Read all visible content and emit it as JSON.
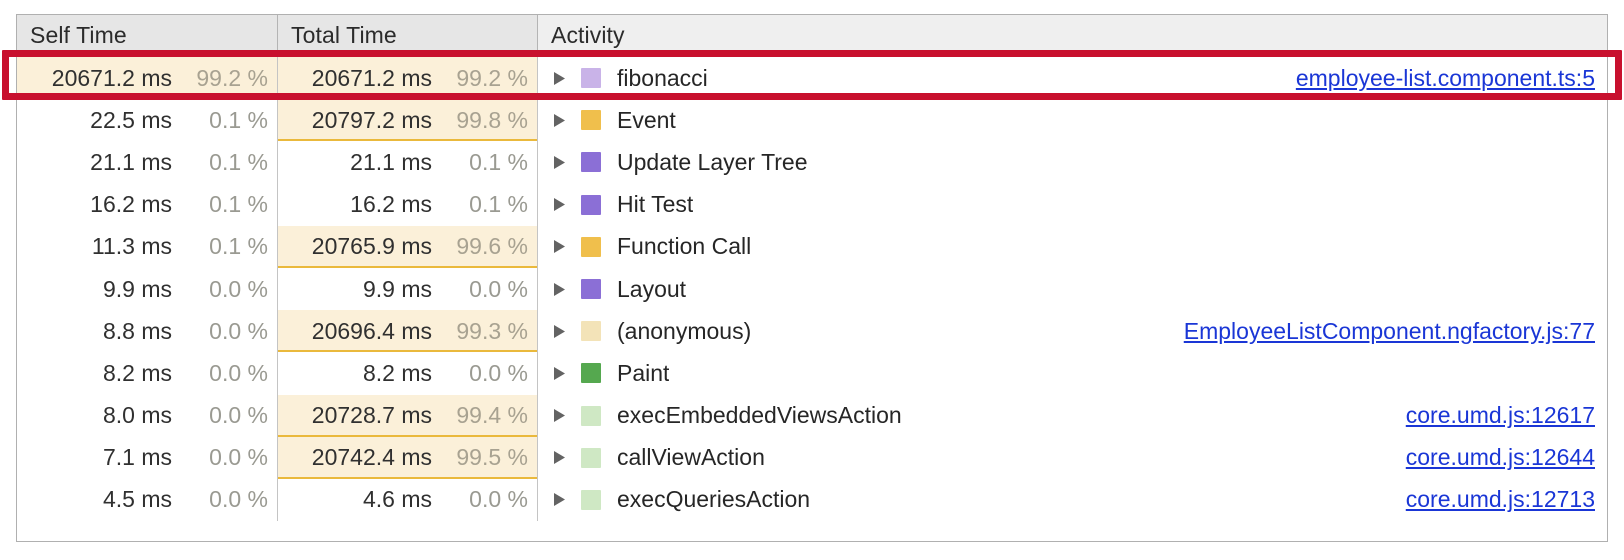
{
  "panel": {
    "name": "bottom-up-call-tree",
    "columns": [
      {
        "key": "self",
        "label": "Self Time"
      },
      {
        "key": "total",
        "label": "Total Time"
      },
      {
        "key": "act",
        "label": "Activity"
      }
    ]
  },
  "colors": {
    "annotation_highlight": "#c8102e",
    "bar_fill": "#fbf0d9",
    "bar_rule": "#eab93c",
    "link": "#1a36d6",
    "header_bg": "#e6e6e6",
    "text": "#262626",
    "percent_text": "#9a9a92"
  },
  "rows": [
    {
      "self_ms": "20671.2 ms",
      "self_pct": "99.2 %",
      "self_bar": 100,
      "total_ms": "20671.2 ms",
      "total_pct": "99.2 %",
      "total_bar": 100,
      "activity": "fibonacci",
      "swatch": "function-light-purple",
      "swatch_color": "#c9b3e8",
      "source": "employee-list.component.ts:5",
      "expanded": false,
      "highlighted": true
    },
    {
      "self_ms": "22.5 ms",
      "self_pct": "0.1 %",
      "self_bar": 0,
      "total_ms": "20797.2 ms",
      "total_pct": "99.8 %",
      "total_bar": 100,
      "activity": "Event",
      "swatch": "scripting-yellow",
      "swatch_color": "#f0bf4c",
      "source": "",
      "expanded": false,
      "highlighted": false
    },
    {
      "self_ms": "21.1 ms",
      "self_pct": "0.1 %",
      "self_bar": 0,
      "total_ms": "21.1 ms",
      "total_pct": "0.1 %",
      "total_bar": 0,
      "activity": "Update Layer Tree",
      "swatch": "rendering-purple",
      "swatch_color": "#8b6fd6",
      "source": "",
      "expanded": false,
      "highlighted": false
    },
    {
      "self_ms": "16.2 ms",
      "self_pct": "0.1 %",
      "self_bar": 0,
      "total_ms": "16.2 ms",
      "total_pct": "0.1 %",
      "total_bar": 0,
      "activity": "Hit Test",
      "swatch": "rendering-purple",
      "swatch_color": "#8b6fd6",
      "source": "",
      "expanded": false,
      "highlighted": false
    },
    {
      "self_ms": "11.3 ms",
      "self_pct": "0.1 %",
      "self_bar": 0,
      "total_ms": "20765.9 ms",
      "total_pct": "99.6 %",
      "total_bar": 100,
      "activity": "Function Call",
      "swatch": "scripting-yellow",
      "swatch_color": "#f0bf4c",
      "source": "",
      "expanded": false,
      "highlighted": false
    },
    {
      "self_ms": "9.9 ms",
      "self_pct": "0.0 %",
      "self_bar": 0,
      "total_ms": "9.9 ms",
      "total_pct": "0.0 %",
      "total_bar": 0,
      "activity": "Layout",
      "swatch": "rendering-purple",
      "swatch_color": "#8b6fd6",
      "source": "",
      "expanded": false,
      "highlighted": false
    },
    {
      "self_ms": "8.8 ms",
      "self_pct": "0.0 %",
      "self_bar": 0,
      "total_ms": "20696.4 ms",
      "total_pct": "99.3 %",
      "total_bar": 100,
      "activity": "(anonymous)",
      "swatch": "scripting-pale-yellow",
      "swatch_color": "#f3e3b8",
      "source": "EmployeeListComponent.ngfactory.js:77",
      "expanded": false,
      "highlighted": false
    },
    {
      "self_ms": "8.2 ms",
      "self_pct": "0.0 %",
      "self_bar": 0,
      "total_ms": "8.2 ms",
      "total_pct": "0.0 %",
      "total_bar": 0,
      "activity": "Paint",
      "swatch": "painting-green",
      "swatch_color": "#55a84f",
      "source": "",
      "expanded": false,
      "highlighted": false
    },
    {
      "self_ms": "8.0 ms",
      "self_pct": "0.0 %",
      "self_bar": 0,
      "total_ms": "20728.7 ms",
      "total_pct": "99.4 %",
      "total_bar": 100,
      "activity": "execEmbeddedViewsAction",
      "swatch": "painting-pale-green",
      "swatch_color": "#cfe8c4",
      "source": "core.umd.js:12617",
      "expanded": false,
      "highlighted": false
    },
    {
      "self_ms": "7.1 ms",
      "self_pct": "0.0 %",
      "self_bar": 0,
      "total_ms": "20742.4 ms",
      "total_pct": "99.5 %",
      "total_bar": 100,
      "activity": "callViewAction",
      "swatch": "painting-pale-green",
      "swatch_color": "#cfe8c4",
      "source": "core.umd.js:12644",
      "expanded": false,
      "highlighted": false
    },
    {
      "self_ms": "4.5 ms",
      "self_pct": "0.0 %",
      "self_bar": 0,
      "total_ms": "4.6 ms",
      "total_pct": "0.0 %",
      "total_bar": 0,
      "activity": "execQueriesAction",
      "swatch": "painting-pale-green",
      "swatch_color": "#cfe8c4",
      "source": "core.umd.js:12713",
      "expanded": false,
      "highlighted": false
    }
  ]
}
